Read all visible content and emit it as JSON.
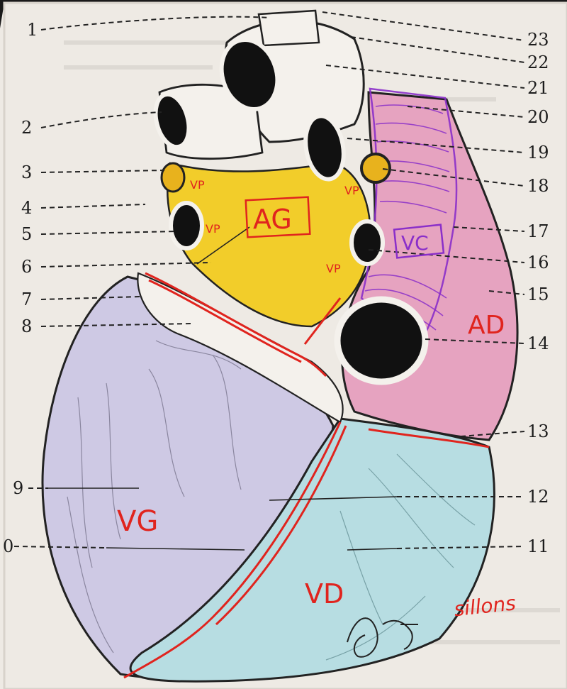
{
  "colors": {
    "paper": "#eeeae4",
    "outline": "#222222",
    "left_atrium_fill": "#f2cd2a",
    "right_atrium_fill": "#e6a3c0",
    "vena_cava_purple": "#8a2fc9",
    "left_ventricle_fill": "#cec9e4",
    "right_ventricle_fill": "#b7dde2",
    "annotation_red": "#e0241e"
  },
  "labels_left": [
    "1",
    "2",
    "3",
    "4",
    "5",
    "6",
    "7",
    "8",
    "9",
    "0"
  ],
  "labels_right": [
    "23",
    "22",
    "21",
    "20",
    "19",
    "18",
    "17",
    "16",
    "15",
    "14",
    "13",
    "12",
    "11"
  ],
  "annotations": {
    "left_atrium": "AG",
    "pulmonary_vein_1": "VP",
    "pulmonary_vein_2": "VP",
    "pulmonary_vein_3": "VP",
    "pulmonary_vein_4": "VP",
    "vena_cava": "VC",
    "right_atrium": "AD",
    "left_ventricle": "VG",
    "right_ventricle": "VD",
    "sulcus_note": "sillons"
  }
}
